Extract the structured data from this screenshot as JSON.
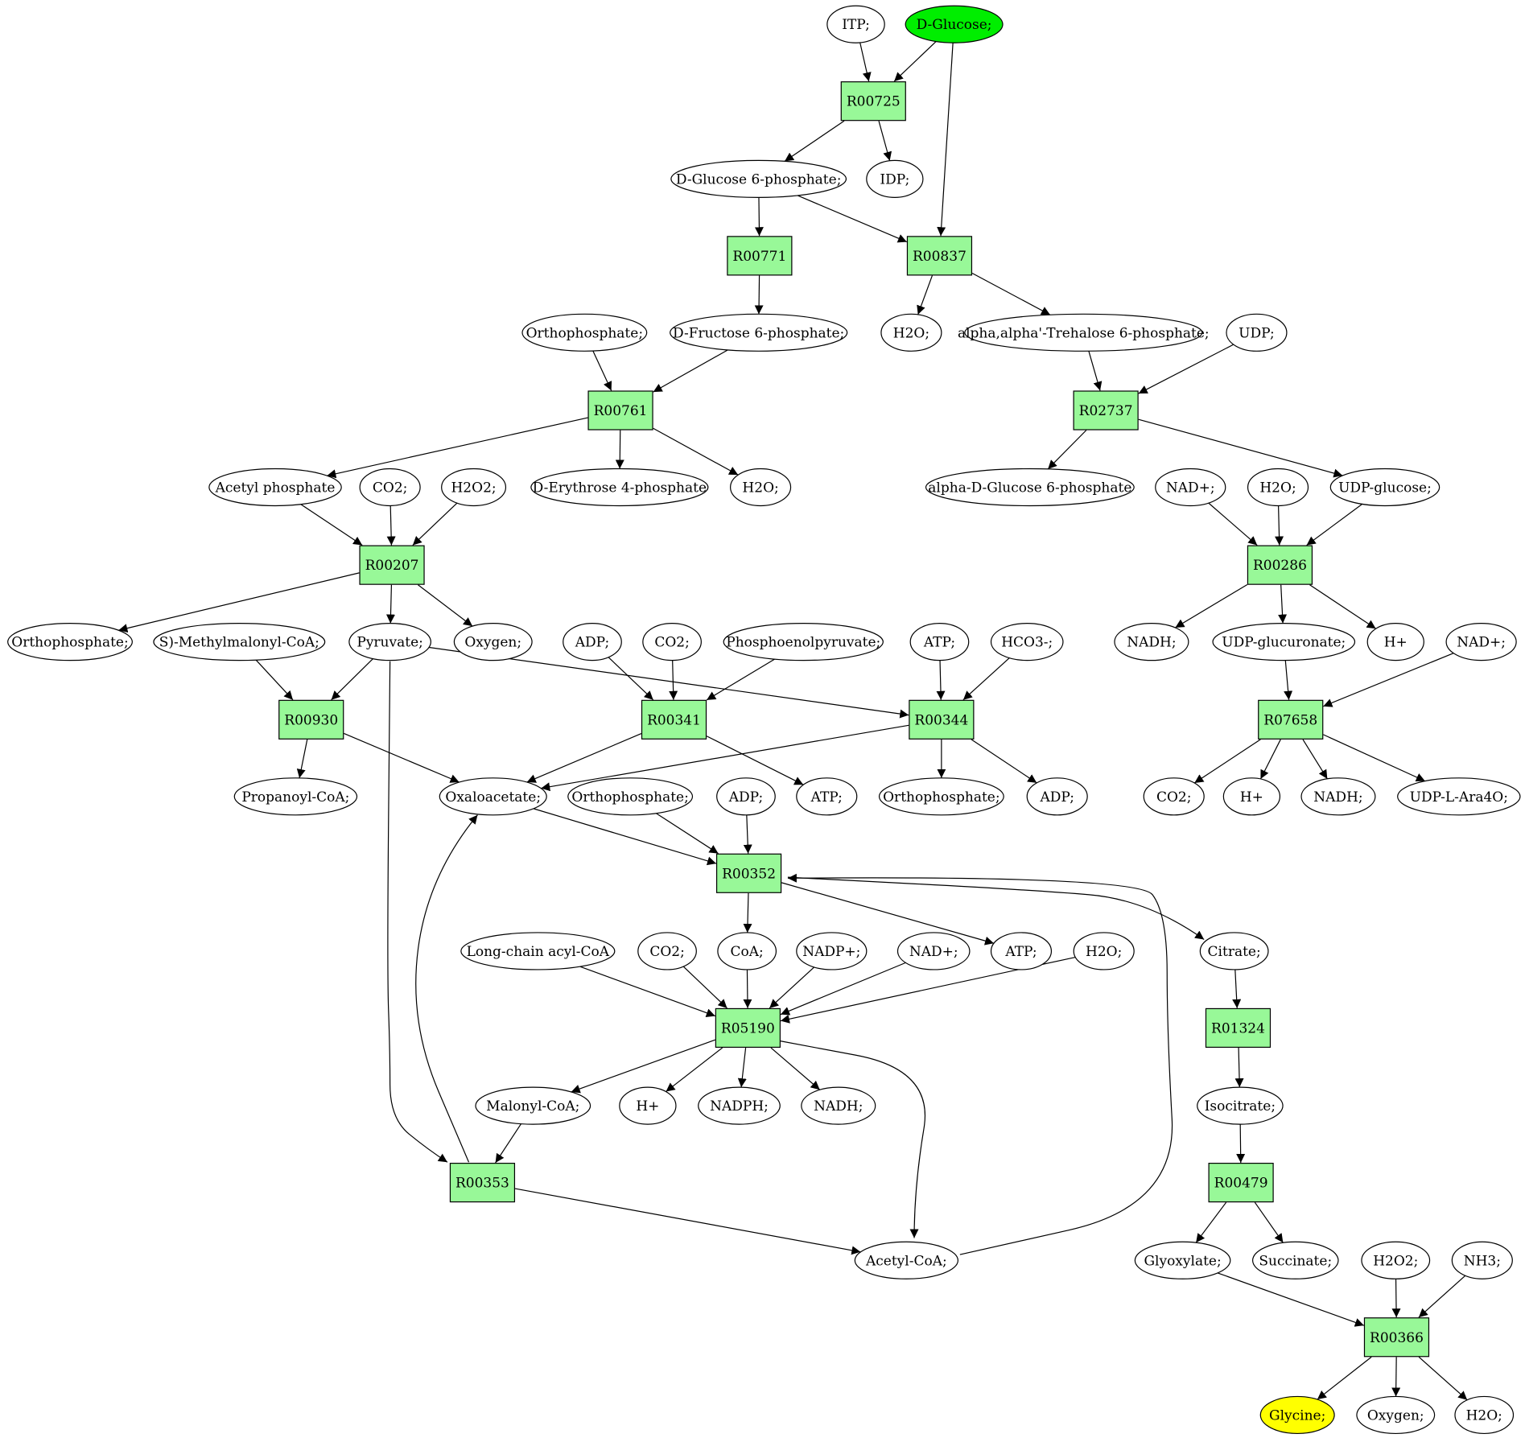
{
  "colors": {
    "reaction_fill": "#98f898",
    "source_fill": "#00ee00",
    "target_fill": "#ffff00",
    "compound_fill": "#ffffff",
    "edge": "#000000"
  },
  "reactions": [
    {
      "id": "R00725",
      "label": "R00725"
    },
    {
      "id": "R00771",
      "label": "R00771"
    },
    {
      "id": "R00837",
      "label": "R00837"
    },
    {
      "id": "R00761",
      "label": "R00761"
    },
    {
      "id": "R02737",
      "label": "R02737"
    },
    {
      "id": "R00207",
      "label": "R00207"
    },
    {
      "id": "R00286",
      "label": "R00286"
    },
    {
      "id": "R00930",
      "label": "R00930"
    },
    {
      "id": "R00341",
      "label": "R00341"
    },
    {
      "id": "R00344",
      "label": "R00344"
    },
    {
      "id": "R07658",
      "label": "R07658"
    },
    {
      "id": "R00352",
      "label": "R00352"
    },
    {
      "id": "R05190",
      "label": "R05190"
    },
    {
      "id": "R01324",
      "label": "R01324"
    },
    {
      "id": "R00479",
      "label": "R00479"
    },
    {
      "id": "R00353",
      "label": "R00353"
    },
    {
      "id": "R00366",
      "label": "R00366"
    }
  ],
  "compounds": [
    {
      "id": "itp",
      "label": "ITP;"
    },
    {
      "id": "dglucose",
      "label": "D-Glucose;",
      "role": "source"
    },
    {
      "id": "g6p",
      "label": "D-Glucose 6-phosphate;"
    },
    {
      "id": "idp",
      "label": "IDP;"
    },
    {
      "id": "h2o_837",
      "label": "H2O;"
    },
    {
      "id": "trehalose6p",
      "label": "alpha,alpha'-Trehalose 6-phosphate;"
    },
    {
      "id": "udp",
      "label": "UDP;"
    },
    {
      "id": "orthophosphate_761",
      "label": "Orthophosphate;"
    },
    {
      "id": "f6p",
      "label": "D-Fructose 6-phosphate;"
    },
    {
      "id": "acetylphosphate",
      "label": "Acetyl phosphate"
    },
    {
      "id": "co2_207",
      "label": "CO2;"
    },
    {
      "id": "h2o2_207",
      "label": "H2O2;"
    },
    {
      "id": "erythrose4p",
      "label": "D-Erythrose 4-phosphate"
    },
    {
      "id": "h2o_761",
      "label": "H2O;"
    },
    {
      "id": "adglucose6p",
      "label": "alpha-D-Glucose 6-phosphate"
    },
    {
      "id": "nadplus_286",
      "label": "NAD+;"
    },
    {
      "id": "h2o_286",
      "label": "H2O;"
    },
    {
      "id": "udpglucose",
      "label": "UDP-glucose;"
    },
    {
      "id": "orthophosphate_207",
      "label": "Orthophosphate;"
    },
    {
      "id": "methylmalonylcoa",
      "label": "S)-Methylmalonyl-CoA;"
    },
    {
      "id": "pyruvate",
      "label": "Pyruvate;"
    },
    {
      "id": "oxygen_207",
      "label": "Oxygen;"
    },
    {
      "id": "adp_341",
      "label": "ADP;"
    },
    {
      "id": "co2_341",
      "label": "CO2;"
    },
    {
      "id": "pep",
      "label": "Phosphoenolpyruvate;"
    },
    {
      "id": "atp_344",
      "label": "ATP;"
    },
    {
      "id": "hco3",
      "label": "HCO3-;"
    },
    {
      "id": "nadh_286",
      "label": "NADH;"
    },
    {
      "id": "udpglucuronate",
      "label": "UDP-glucuronate;"
    },
    {
      "id": "hplus_286",
      "label": "H+"
    },
    {
      "id": "nadplus_7658",
      "label": "NAD+;"
    },
    {
      "id": "propanoylcoa",
      "label": "Propanoyl-CoA;"
    },
    {
      "id": "oxaloacetate",
      "label": "Oxaloacetate;"
    },
    {
      "id": "orthophosphate_352",
      "label": "Orthophosphate;"
    },
    {
      "id": "adp_352",
      "label": "ADP;"
    },
    {
      "id": "atp_341",
      "label": "ATP;"
    },
    {
      "id": "orthophosphate_344",
      "label": "Orthophosphate;"
    },
    {
      "id": "adp_344",
      "label": "ADP;"
    },
    {
      "id": "co2_7658",
      "label": "CO2;"
    },
    {
      "id": "hplus_7658",
      "label": "H+"
    },
    {
      "id": "nadh_7658",
      "label": "NADH;"
    },
    {
      "id": "udpara4o",
      "label": "UDP-L-Ara4O;"
    },
    {
      "id": "longchainacylcoa",
      "label": "Long-chain acyl-CoA"
    },
    {
      "id": "co2_5190",
      "label": "CO2;"
    },
    {
      "id": "coa",
      "label": "CoA;"
    },
    {
      "id": "nadpplus",
      "label": "NADP+;"
    },
    {
      "id": "nadplus_5190",
      "label": "NAD+;"
    },
    {
      "id": "atp_352",
      "label": "ATP;"
    },
    {
      "id": "h2o_5190",
      "label": "H2O;"
    },
    {
      "id": "citrate",
      "label": "Citrate;"
    },
    {
      "id": "malonylcoa",
      "label": "Malonyl-CoA;"
    },
    {
      "id": "hplus_5190",
      "label": "H+"
    },
    {
      "id": "nadph",
      "label": "NADPH;"
    },
    {
      "id": "nadh_5190",
      "label": "NADH;"
    },
    {
      "id": "isocitrate",
      "label": "Isocitrate;"
    },
    {
      "id": "acetylcoa",
      "label": "Acetyl-CoA;"
    },
    {
      "id": "glyoxylate",
      "label": "Glyoxylate;"
    },
    {
      "id": "succinate",
      "label": "Succinate;"
    },
    {
      "id": "h2o2_366",
      "label": "H2O2;"
    },
    {
      "id": "nh3",
      "label": "NH3;"
    },
    {
      "id": "glycine",
      "label": "Glycine;",
      "role": "target"
    },
    {
      "id": "oxygen_366",
      "label": "Oxygen;"
    },
    {
      "id": "h2o_366",
      "label": "H2O;"
    }
  ],
  "edges": [
    {
      "from": "itp",
      "to": "R00725"
    },
    {
      "from": "dglucose",
      "to": "R00725"
    },
    {
      "from": "dglucose",
      "to": "R00837"
    },
    {
      "from": "R00725",
      "to": "g6p"
    },
    {
      "from": "R00725",
      "to": "idp"
    },
    {
      "from": "g6p",
      "to": "R00771"
    },
    {
      "from": "g6p",
      "to": "R00837"
    },
    {
      "from": "R00771",
      "to": "f6p"
    },
    {
      "from": "R00837",
      "to": "h2o_837"
    },
    {
      "from": "R00837",
      "to": "trehalose6p"
    },
    {
      "from": "orthophosphate_761",
      "to": "R00761"
    },
    {
      "from": "f6p",
      "to": "R00761"
    },
    {
      "from": "trehalose6p",
      "to": "R02737"
    },
    {
      "from": "udp",
      "to": "R02737"
    },
    {
      "from": "R00761",
      "to": "acetylphosphate"
    },
    {
      "from": "R00761",
      "to": "erythrose4p"
    },
    {
      "from": "R00761",
      "to": "h2o_761"
    },
    {
      "from": "R02737",
      "to": "adglucose6p"
    },
    {
      "from": "R02737",
      "to": "udpglucose"
    },
    {
      "from": "acetylphosphate",
      "to": "R00207"
    },
    {
      "from": "co2_207",
      "to": "R00207"
    },
    {
      "from": "h2o2_207",
      "to": "R00207"
    },
    {
      "from": "nadplus_286",
      "to": "R00286"
    },
    {
      "from": "h2o_286",
      "to": "R00286"
    },
    {
      "from": "udpglucose",
      "to": "R00286"
    },
    {
      "from": "R00207",
      "to": "orthophosphate_207"
    },
    {
      "from": "R00207",
      "to": "pyruvate"
    },
    {
      "from": "R00207",
      "to": "oxygen_207"
    },
    {
      "from": "R00286",
      "to": "nadh_286"
    },
    {
      "from": "R00286",
      "to": "udpglucuronate"
    },
    {
      "from": "R00286",
      "to": "hplus_286"
    },
    {
      "from": "methylmalonylcoa",
      "to": "R00930"
    },
    {
      "from": "pyruvate",
      "to": "R00930"
    },
    {
      "from": "pyruvate",
      "to": "R00344"
    },
    {
      "from": "pyruvate",
      "to": "R00353"
    },
    {
      "from": "adp_341",
      "to": "R00341"
    },
    {
      "from": "co2_341",
      "to": "R00341"
    },
    {
      "from": "pep",
      "to": "R00341"
    },
    {
      "from": "atp_344",
      "to": "R00344"
    },
    {
      "from": "hco3",
      "to": "R00344"
    },
    {
      "from": "udpglucuronate",
      "to": "R07658"
    },
    {
      "from": "nadplus_7658",
      "to": "R07658"
    },
    {
      "from": "R00930",
      "to": "propanoylcoa"
    },
    {
      "from": "R00930",
      "to": "oxaloacetate"
    },
    {
      "from": "R00341",
      "to": "oxaloacetate"
    },
    {
      "from": "R00341",
      "to": "atp_341"
    },
    {
      "from": "R00344",
      "to": "oxaloacetate"
    },
    {
      "from": "R00344",
      "to": "orthophosphate_344"
    },
    {
      "from": "R00344",
      "to": "adp_344"
    },
    {
      "from": "R07658",
      "to": "co2_7658"
    },
    {
      "from": "R07658",
      "to": "hplus_7658"
    },
    {
      "from": "R07658",
      "to": "nadh_7658"
    },
    {
      "from": "R07658",
      "to": "udpara4o"
    },
    {
      "from": "oxaloacetate",
      "to": "R00352"
    },
    {
      "from": "orthophosphate_352",
      "to": "R00352"
    },
    {
      "from": "adp_352",
      "to": "R00352"
    },
    {
      "from": "R00352",
      "to": "coa"
    },
    {
      "from": "R00352",
      "to": "atp_352"
    },
    {
      "from": "R00352",
      "to": "citrate"
    },
    {
      "from": "acetylcoa",
      "to": "R00352"
    },
    {
      "from": "longchainacylcoa",
      "to": "R05190"
    },
    {
      "from": "co2_5190",
      "to": "R05190"
    },
    {
      "from": "coa",
      "to": "R05190"
    },
    {
      "from": "nadpplus",
      "to": "R05190"
    },
    {
      "from": "nadplus_5190",
      "to": "R05190"
    },
    {
      "from": "h2o_5190",
      "to": "R05190"
    },
    {
      "from": "citrate",
      "to": "R01324"
    },
    {
      "from": "R05190",
      "to": "malonylcoa"
    },
    {
      "from": "R05190",
      "to": "hplus_5190"
    },
    {
      "from": "R05190",
      "to": "nadph"
    },
    {
      "from": "R05190",
      "to": "nadh_5190"
    },
    {
      "from": "R05190",
      "to": "acetylcoa"
    },
    {
      "from": "R01324",
      "to": "isocitrate"
    },
    {
      "from": "malonylcoa",
      "to": "R00353"
    },
    {
      "from": "R00353",
      "to": "oxaloacetate"
    },
    {
      "from": "R00353",
      "to": "acetylcoa"
    },
    {
      "from": "isocitrate",
      "to": "R00479"
    },
    {
      "from": "R00479",
      "to": "glyoxylate"
    },
    {
      "from": "R00479",
      "to": "succinate"
    },
    {
      "from": "glyoxylate",
      "to": "R00366"
    },
    {
      "from": "h2o2_366",
      "to": "R00366"
    },
    {
      "from": "nh3",
      "to": "R00366"
    },
    {
      "from": "R00366",
      "to": "glycine"
    },
    {
      "from": "R00366",
      "to": "oxygen_366"
    },
    {
      "from": "R00366",
      "to": "h2o_366"
    }
  ]
}
